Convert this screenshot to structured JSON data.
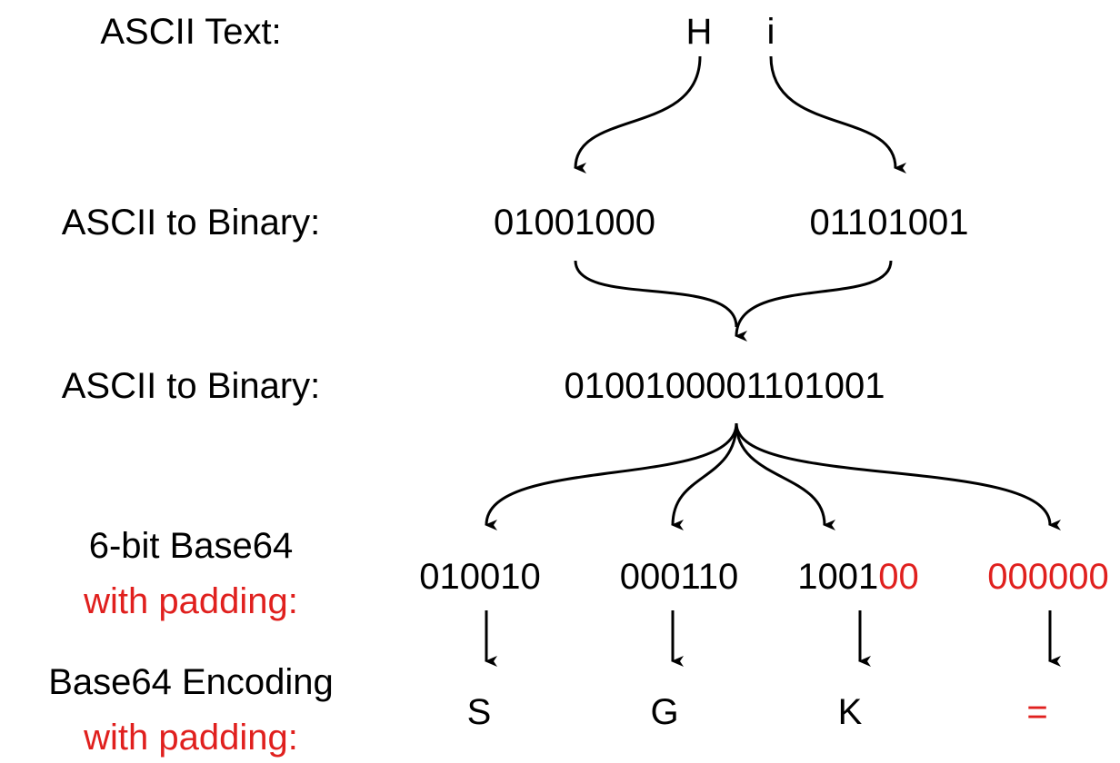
{
  "colors": {
    "text": "#000000",
    "accent": "#e0201e"
  },
  "rows": {
    "ascii_text": {
      "label": "ASCII Text:",
      "chars": [
        "H",
        "i"
      ]
    },
    "ascii_to_binary": {
      "label": "ASCII to Binary:",
      "bytes": [
        "01001000",
        "01101001"
      ]
    },
    "combined_binary": {
      "label": "ASCII to Binary:",
      "bits": "0100100001101001"
    },
    "six_bit": {
      "label_line1": "6-bit Base64",
      "label_line2": "with padding:",
      "groups": [
        {
          "normal": "010010",
          "padding": ""
        },
        {
          "normal": "000110",
          "padding": ""
        },
        {
          "normal": "1001",
          "padding": "00"
        },
        {
          "normal": "",
          "padding": "000000"
        }
      ]
    },
    "encoding": {
      "label_line1": "Base64 Encoding",
      "label_line2": "with padding:",
      "chars": [
        "S",
        "G",
        "K",
        "="
      ],
      "padding_flags": [
        false,
        false,
        false,
        true
      ]
    }
  }
}
